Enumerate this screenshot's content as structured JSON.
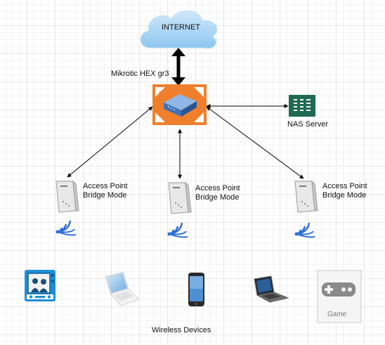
{
  "internet": {
    "label": "INTERNET"
  },
  "router": {
    "label": "Mikrotic HEX gr3"
  },
  "nas": {
    "label": "NAS Server"
  },
  "access_points": [
    {
      "line1": "Access Point",
      "line2": "Bridge Mode"
    },
    {
      "line1": "Access Point",
      "line2": "Bridge Mode"
    },
    {
      "line1": "Access Point",
      "line2": "Bridge Mode"
    }
  ],
  "devices": {
    "game_label": "Game",
    "caption": "Wireless Devices"
  },
  "colors": {
    "cloud": "#a9d4f5",
    "router_bg": "#f07f2c",
    "router_device": "#4a7fc1",
    "nas": "#1e6b52",
    "wifi": "#2f6fd6",
    "ap_body": "#e8e8e8"
  }
}
